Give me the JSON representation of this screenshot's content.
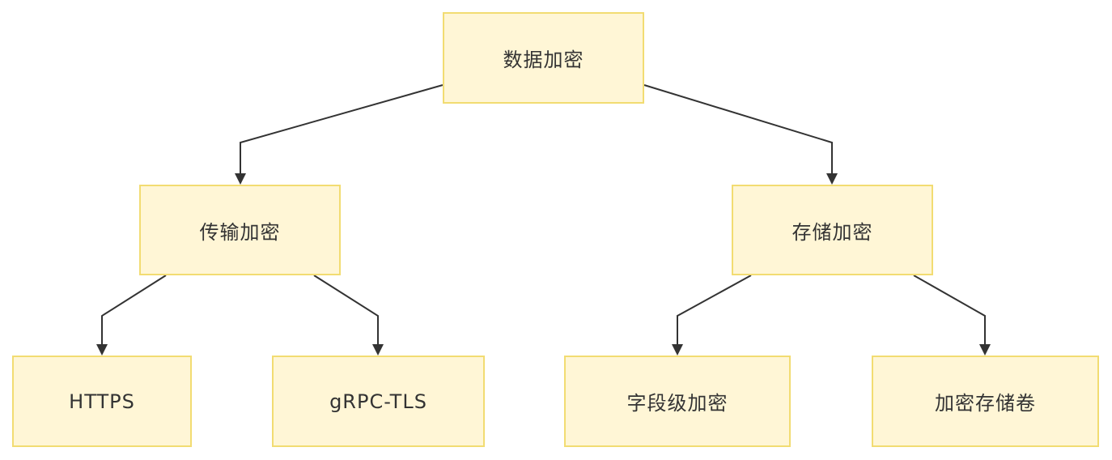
{
  "diagram": {
    "type": "tree",
    "nodes": {
      "root": {
        "label": "数据加密"
      },
      "transport": {
        "label": "传输加密"
      },
      "storage": {
        "label": "存储加密"
      },
      "https": {
        "label": "HTTPS"
      },
      "grpc": {
        "label": "gRPC-TLS"
      },
      "field": {
        "label": "字段级加密"
      },
      "volume": {
        "label": "加密存储卷"
      }
    },
    "edges": [
      {
        "from": "数据加密",
        "to": "传输加密"
      },
      {
        "from": "数据加密",
        "to": "存储加密"
      },
      {
        "from": "传输加密",
        "to": "HTTPS"
      },
      {
        "from": "传输加密",
        "to": "gRPC-TLS"
      },
      {
        "from": "存储加密",
        "to": "字段级加密"
      },
      {
        "from": "存储加密",
        "to": "加密存储卷"
      }
    ],
    "colors": {
      "node_fill": "#fff6d6",
      "node_border": "#f2dc72",
      "edge": "#333333",
      "text": "#333333"
    }
  }
}
